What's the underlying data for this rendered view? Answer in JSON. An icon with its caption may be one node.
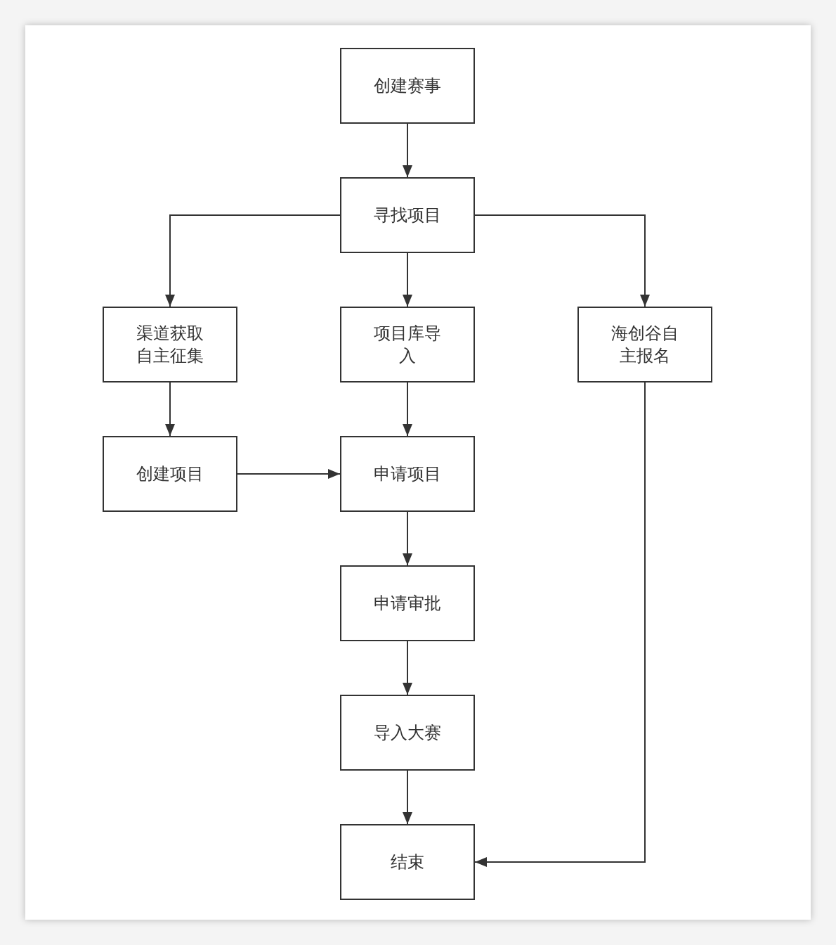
{
  "diagram": {
    "nodes": [
      {
        "text": [
          "创建赛事"
        ]
      },
      {
        "text": [
          "寻找项目"
        ]
      },
      {
        "text": [
          "渠道获取自主征集"
        ]
      },
      {
        "text": [
          "项目库导入"
        ]
      },
      {
        "text": [
          "海创谷自主报名"
        ]
      },
      {
        "text": [
          "创建项目"
        ]
      },
      {
        "text": [
          "申请项目"
        ]
      },
      {
        "text": [
          "申请审批"
        ]
      },
      {
        "text": [
          "导入大赛"
        ]
      },
      {
        "text": [
          "结束"
        ]
      }
    ],
    "edges": [
      {
        "from": 0,
        "to": 1,
        "arrow": "to"
      },
      {
        "from": 1,
        "to": 2,
        "arrow": "to"
      },
      {
        "from": 1,
        "to": 3,
        "arrow": "to"
      },
      {
        "from": 1,
        "to": 4,
        "arrow": "to"
      },
      {
        "from": 2,
        "to": 5,
        "arrow": "to"
      },
      {
        "from": 3,
        "to": 6,
        "arrow": "to"
      },
      {
        "from": 5,
        "to": 6,
        "arrow": "to"
      },
      {
        "from": 6,
        "to": 7,
        "arrow": "to"
      },
      {
        "from": 7,
        "to": 8,
        "arrow": "to"
      },
      {
        "from": 8,
        "to": 9,
        "arrow": "to"
      },
      {
        "from": 4,
        "to": 9,
        "arrow": "to"
      }
    ]
  }
}
